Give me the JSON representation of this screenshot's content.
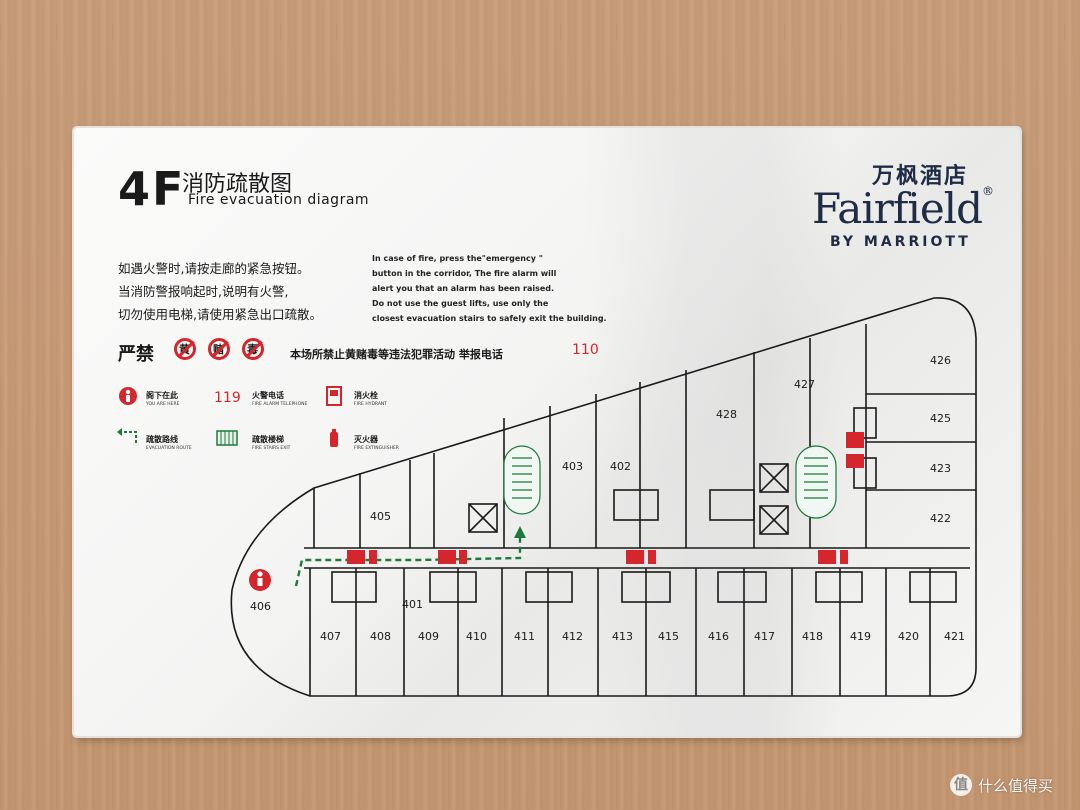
{
  "sign": {
    "floor": "4F",
    "title_cn": "消防疏散图",
    "title_en": "Fire evacuation diagram"
  },
  "brand": {
    "cn": "万枫酒店",
    "name": "Fairfield",
    "registered_mark": "®",
    "sub": "BY MARRIOTT"
  },
  "instructions_cn": [
    "如遇火警时,请按走廊的紧急按钮。",
    "当消防警报响起时,说明有火警,",
    "切勿使用电梯,请使用紧急出口疏散。"
  ],
  "instructions_en": [
    "In case of fire, press the\"emergency \"",
    "button in the corridor, The fire alarm will",
    "alert you that an alarm has been raised.",
    "Do not use the guest lifts, use only the",
    "closest evacuation stairs to safely exit the building."
  ],
  "ban": {
    "label": "严禁",
    "text": "本场所禁止黄赌毒等违法犯罪活动 举报电话",
    "phone": "110",
    "icon_chars": [
      "黄",
      "赌",
      "毒"
    ]
  },
  "legend": [
    {
      "icon": "you-are-here-icon",
      "cn": "阁下在此",
      "en": "YOU ARE HERE"
    },
    {
      "icon": "fire-alarm-phone",
      "number": "119",
      "cn": "火警电话",
      "en": "FIRE ALARM TELEPHONE"
    },
    {
      "icon": "fire-hydrant-icon",
      "cn": "消火栓",
      "en": "FIRE HYDRANT"
    },
    {
      "icon": "evacuation-route-icon",
      "cn": "疏散路线",
      "en": "EVACUATION ROUTE"
    },
    {
      "icon": "fire-stairs-icon",
      "cn": "疏散楼梯",
      "en": "FIRE STAIRS EXIT"
    },
    {
      "icon": "fire-extinguisher-icon",
      "cn": "灭火器",
      "en": "FIRE EXTINGUISHER"
    }
  ],
  "rooms": [
    "401",
    "402",
    "403",
    "405",
    "406",
    "407",
    "408",
    "409",
    "410",
    "411",
    "412",
    "413",
    "415",
    "416",
    "417",
    "418",
    "419",
    "420",
    "421",
    "422",
    "423",
    "425",
    "426",
    "427",
    "428"
  ],
  "colors": {
    "red": "#d4262c",
    "green": "#1d7a3a",
    "navy": "#1e2c45",
    "wood": "#c79b76"
  },
  "watermark": {
    "badge": "值",
    "text": "什么值得买"
  }
}
